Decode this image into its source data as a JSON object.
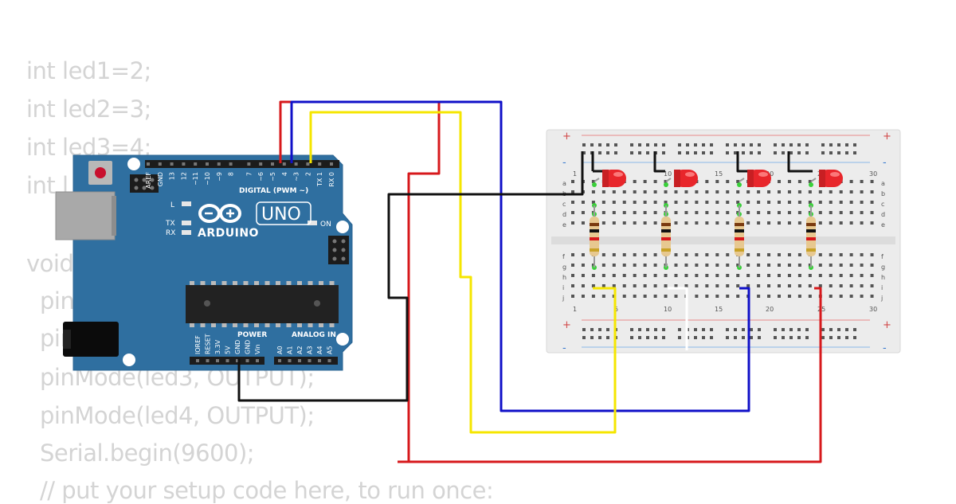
{
  "code_lines": [
    "int led1=2;",
    "int led2=3;",
    "int led3=4;",
    "int l",
    "void",
    "pin",
    "pin",
    "pinMode(led3, OUTPUT);",
    "pinMode(led4, OUTPUT);",
    "Serial.begin(9600);",
    "// put your setup code here, to run once:"
  ],
  "board": {
    "brand": "ARDUINO",
    "model": "UNO",
    "digital_label": "DIGITAL (PWM ~)",
    "power_label": "POWER",
    "analog_label": "ANALOG IN",
    "led_l": "L",
    "led_tx": "TX",
    "led_rx": "RX",
    "led_on": "ON",
    "digital_pins": [
      "AREF",
      "GND",
      "13",
      "12",
      "~11",
      "~10",
      "~9",
      "8",
      "7",
      "~6",
      "~5",
      "4",
      "~3",
      "2",
      "TX 1",
      "RX 0"
    ],
    "power_pins": [
      "IOREF",
      "RESET",
      "3.3V",
      "5V",
      "GND",
      "GND",
      "Vin"
    ],
    "analog_pins": [
      "A0",
      "A1",
      "A2",
      "A3",
      "A4",
      "A5"
    ]
  },
  "breadboard": {
    "plus": "+",
    "minus": "-",
    "rows_top": [
      "a",
      "b",
      "c",
      "d",
      "e"
    ],
    "rows_bottom": [
      "f",
      "g",
      "h",
      "i",
      "j"
    ],
    "col_numbers": [
      "1",
      "5",
      "10",
      "15",
      "20",
      "25",
      "30"
    ]
  },
  "wire_colors": {
    "red": "#d7191c",
    "blue": "#1010c8",
    "yellow": "#f5e600",
    "black": "#111111",
    "white": "#ffffff"
  },
  "components": {
    "led_color": "#e8262b",
    "board_color": "#2f6fa0"
  }
}
